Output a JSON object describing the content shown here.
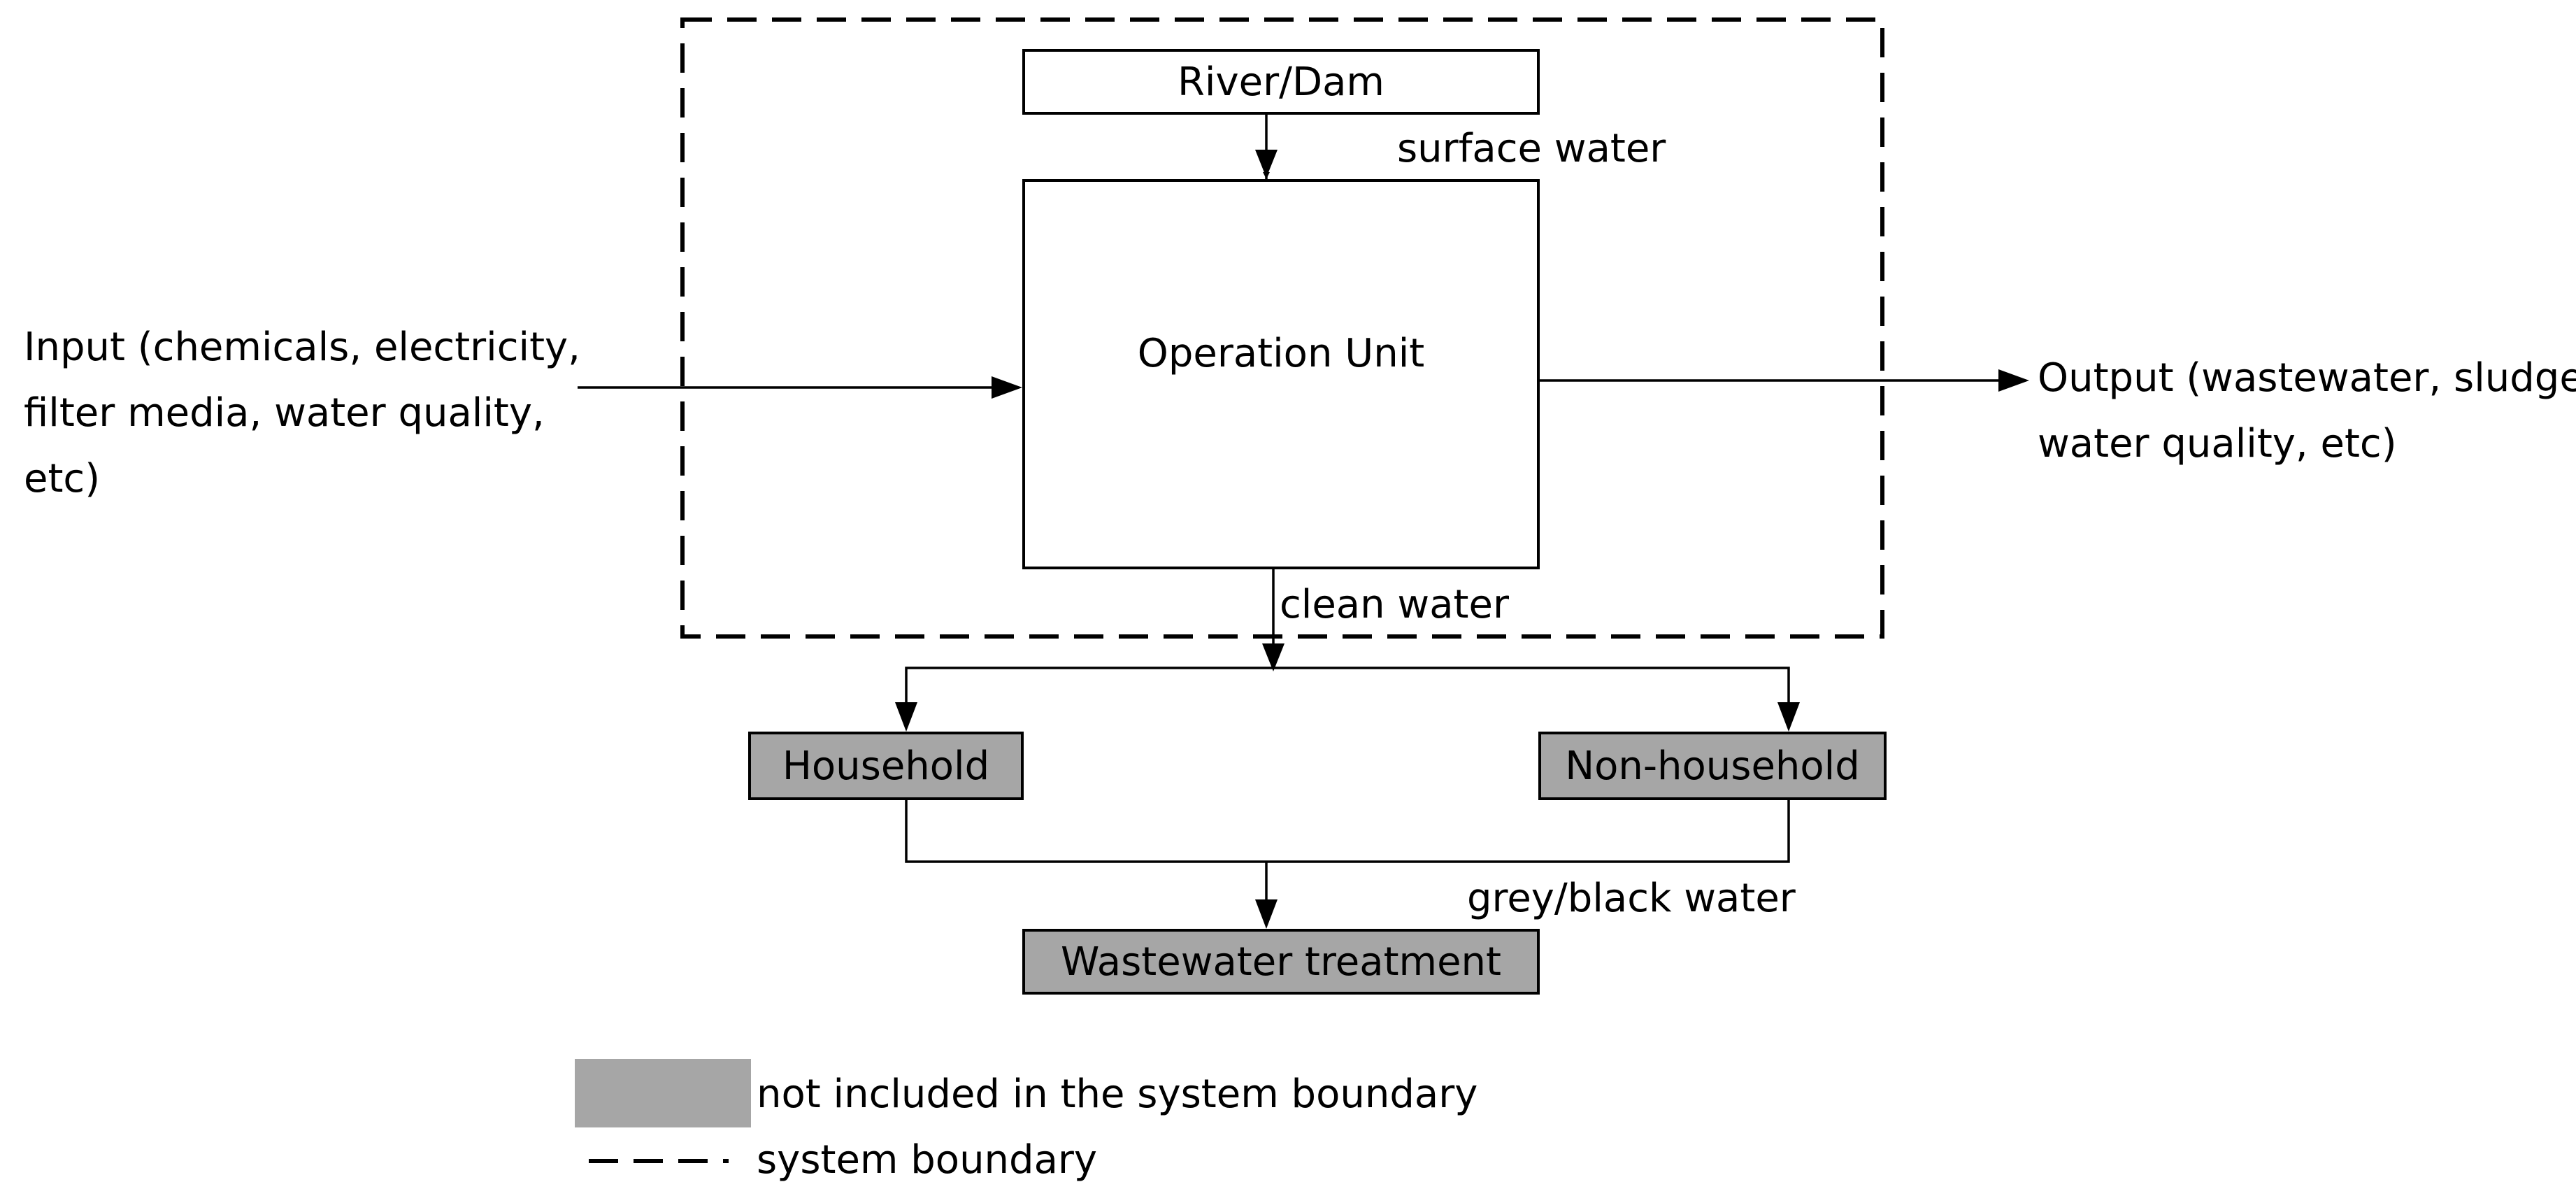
{
  "nodes": {
    "river_dam": "River/Dam",
    "operation_unit": "Operation Unit",
    "household": "Household",
    "non_household": "Non-household",
    "wastewater_treatment": "Wastewater treatment"
  },
  "edges": {
    "surface_water": "surface water",
    "clean_water": "clean water",
    "grey_black_water": "grey/black water"
  },
  "input": {
    "lines": [
      "Input (chemicals, electricity,",
      "filter media, water quality,",
      "etc)"
    ]
  },
  "output": {
    "lines": [
      "Output (wastewater, sludge,",
      "water quality, etc)"
    ]
  },
  "legend": {
    "shaded": "not included in the system boundary",
    "boundary": "system boundary"
  },
  "colors": {
    "shaded_fill": "#a6a6a6",
    "stroke": "#000000"
  }
}
